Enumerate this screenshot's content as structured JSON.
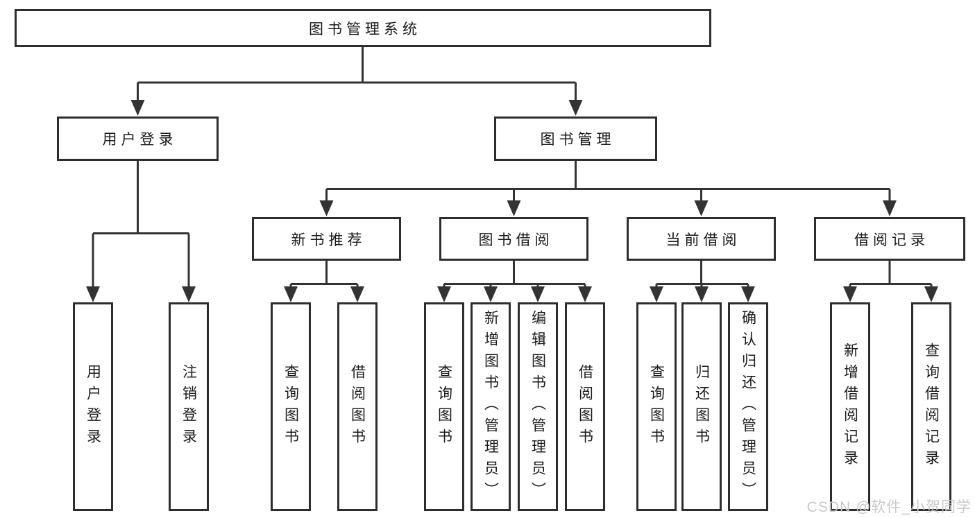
{
  "diagram": {
    "root": {
      "label": "图书管理系统"
    },
    "level2": [
      {
        "label": "用户登录"
      },
      {
        "label": "图书管理"
      }
    ],
    "level3": [
      {
        "label": "新书推荐"
      },
      {
        "label": "图书借阅"
      },
      {
        "label": "当前借阅"
      },
      {
        "label": "借阅记录"
      }
    ],
    "leaves": {
      "user_login": [
        {
          "label": "用户登录"
        },
        {
          "label": "注销登录"
        }
      ],
      "new_book": [
        {
          "label": "查询图书"
        },
        {
          "label": "借阅图书"
        }
      ],
      "book_borrow": [
        {
          "label": "查询图书"
        },
        {
          "label": "新增图书（管理员）"
        },
        {
          "label": "编辑图书（管理员）"
        },
        {
          "label": "借阅图书"
        }
      ],
      "current_borrow": [
        {
          "label": "查询图书"
        },
        {
          "label": "归还图书"
        },
        {
          "label": "确认归还（管理员）"
        }
      ],
      "borrow_records": [
        {
          "label": "新增借阅记录"
        },
        {
          "label": "查询借阅记录"
        }
      ]
    }
  },
  "watermark": {
    "text": "CSDN @软件_小贺同学"
  },
  "colors": {
    "line": "#333333",
    "box_border": "#2d2d2d",
    "text": "#1a1a1a",
    "watermark": "#c9c9c9",
    "background": "#ffffff"
  }
}
